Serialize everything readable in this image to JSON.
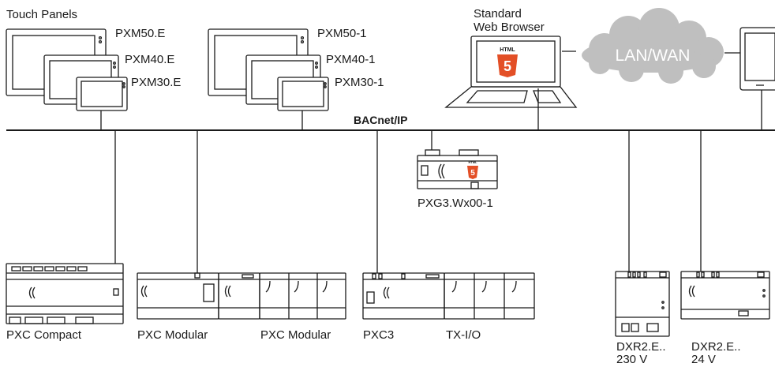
{
  "labels": {
    "touch_panels": "Touch Panels",
    "pxm50e": "PXM50.E",
    "pxm40e": "PXM40.E",
    "pxm30e": "PXM30.E",
    "pxm50_1": "PXM50-1",
    "pxm40_1": "PXM40-1",
    "pxm30_1": "PXM30-1",
    "standard": "Standard",
    "web_browser": "Web Browser",
    "html_badge": "HTML",
    "html5_digit": "5",
    "lan_wan": "LAN/WAN",
    "bacnet": "BACnet/IP",
    "pxg3": "PXG3.Wx00-1",
    "pxc_compact": "PXC Compact",
    "pxc_modular_1": "PXC Modular",
    "pxc_modular_2": "PXC Modular",
    "pxc3": "PXC3",
    "txio": "TX-I/O",
    "dxr2_230_name": "DXR2.E..",
    "dxr2_230_volt": "230 V",
    "dxr2_24_name": "DXR2.E..",
    "dxr2_24_volt": "24 V"
  },
  "colors": {
    "line": "#1a1a1a",
    "cloud": "#bfbfbf",
    "cloud_text": "#ffffff",
    "html5_orange": "#e34f26",
    "device_stroke": "#333333"
  }
}
